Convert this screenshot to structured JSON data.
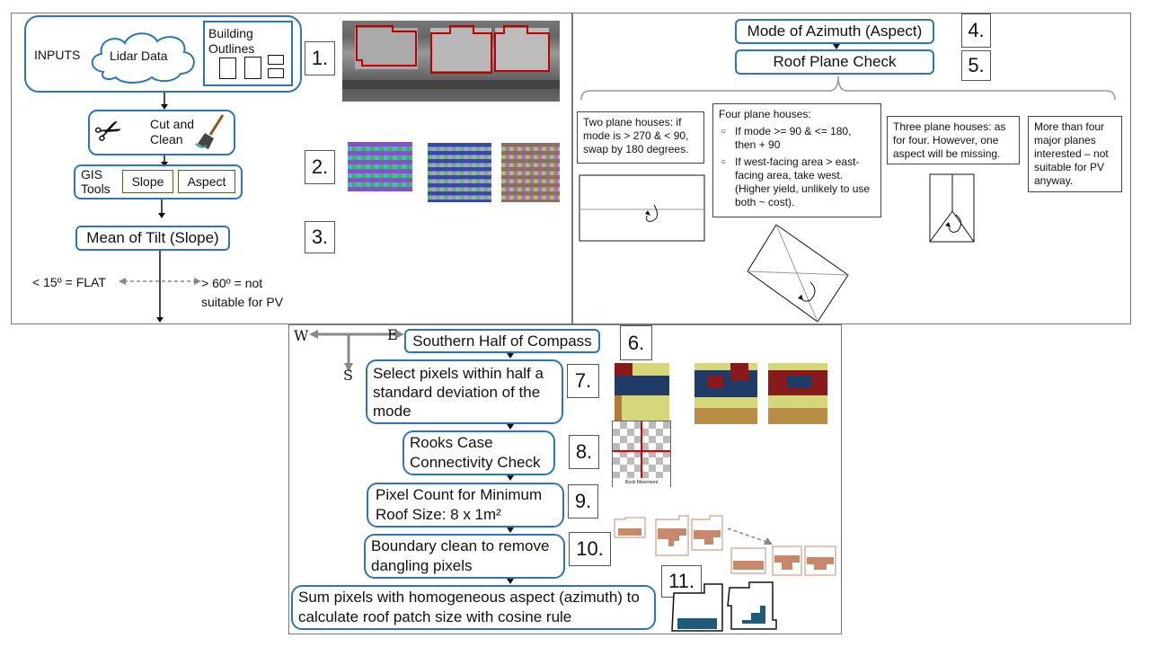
{
  "panel1": {
    "inputs_label": "INPUTS",
    "lidar_label": "Lidar Data",
    "buildings_label": "Building\nOutlines",
    "cut_clean_label": "Cut and\nClean",
    "gis_tools_label": "GIS\nTools",
    "slope_label": "Slope",
    "aspect_label": "Aspect",
    "mean_tilt_label": "Mean of Tilt (Slope)",
    "flat_label": "< 15º = FLAT",
    "not_suitable_label": "> 60º = not\nsuitable for PV",
    "step1": "1.",
    "step2": "2.",
    "step3": "3."
  },
  "panel2": {
    "mode_azimuth_label": "Mode of Azimuth (Aspect)",
    "roof_plane_label": "Roof Plane Check",
    "step4": "4.",
    "step5": "5.",
    "two_plane": "Two plane houses: if mode is > 270 & < 90, swap by 180 degrees.",
    "four_plane_title": "Four plane houses:",
    "four_plane_bullets": [
      "If mode >= 90 & <= 180, then + 90",
      "If west-facing area > east-facing area, take west. (Higher yield, unlikely to use both ~ cost)."
    ],
    "three_plane": "Three plane houses: as for four. However, one aspect will be missing.",
    "more_than_four": "More than four major planes interested – not suitable for PV anyway."
  },
  "panel3": {
    "compass_w": "W",
    "compass_e": "E",
    "compass_s": "S",
    "southern_half_label": "Southern Half of Compass",
    "select_pixels_label": "Select pixels within half a standard deviation of the mode",
    "rooks_label": "Rooks Case Connectivity Check",
    "pixel_count_label": "Pixel Count for Minimum Roof Size: 8 x 1m²",
    "boundary_label": "Boundary clean to remove dangling pixels",
    "sum_pixels_label": "Sum pixels with homogeneous aspect (azimuth) to calculate roof patch size with cosine rule",
    "rook_movement_caption": "Rook Movement",
    "step6": "6.",
    "step7": "7.",
    "step8": "8.",
    "step9": "9.",
    "step10": "10.",
    "step11": "11."
  },
  "colors": {
    "accent": "#2e75b6",
    "gis_box": "#4f6228",
    "outline_red": "#c00000",
    "roof_brown": "#c8896a",
    "navy": "#1f3b66",
    "teal_patch": "#1f5a7a",
    "yellow": "#d6d77a",
    "maroon": "#8a1a1a"
  }
}
